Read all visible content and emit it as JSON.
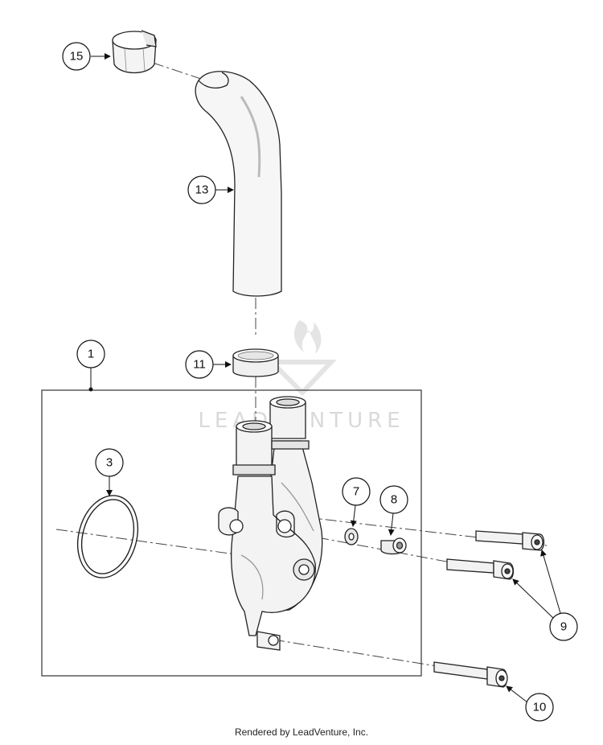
{
  "callouts": {
    "c1": "1",
    "c3": "3",
    "c7": "7",
    "c8": "8",
    "c9": "9",
    "c10": "10",
    "c11": "11",
    "c13": "13",
    "c15": "15"
  },
  "watermark": "LEADVENTURE",
  "footer": "Rendered by LeadVenture, Inc."
}
